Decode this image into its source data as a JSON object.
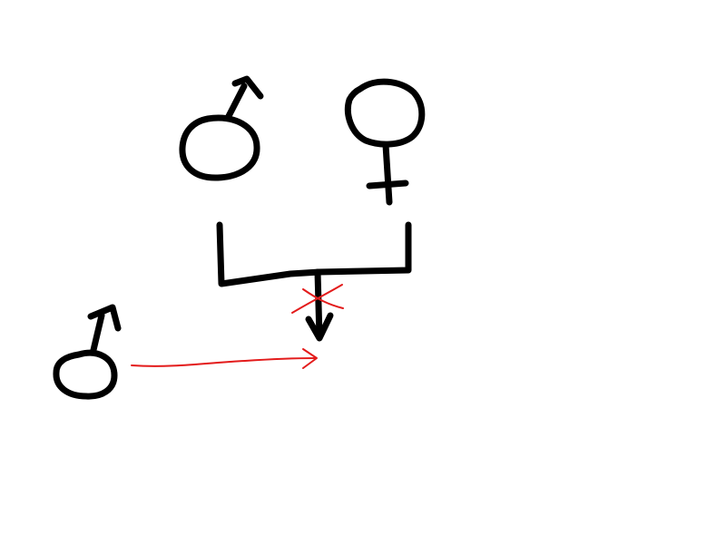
{
  "diagram": {
    "symbols": [
      {
        "id": "male-parent",
        "kind": "male-symbol"
      },
      {
        "id": "female-parent",
        "kind": "female-symbol"
      },
      {
        "id": "male-outsider",
        "kind": "male-symbol"
      }
    ],
    "connectors": [
      {
        "id": "parent-bracket",
        "from": [
          "male-parent",
          "female-parent"
        ],
        "kind": "bracket"
      },
      {
        "id": "offspring-arrow",
        "from": "parent-bracket",
        "kind": "down-arrow"
      },
      {
        "id": "intercept-arrow",
        "from": "male-outsider",
        "to": "offspring-arrow",
        "kind": "right-arrow"
      }
    ],
    "marks": [
      {
        "id": "cross-mark",
        "on": "offspring-arrow",
        "kind": "x"
      }
    ]
  },
  "colors": {
    "ink": "#000000",
    "annotation": "#e31b1b",
    "background": "#ffffff"
  }
}
